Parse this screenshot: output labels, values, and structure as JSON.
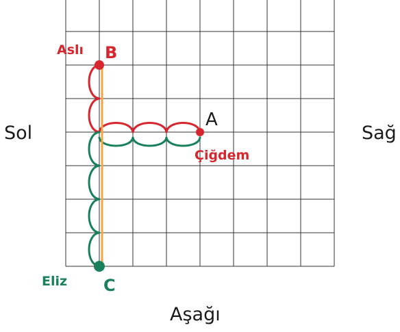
{
  "directions": {
    "left": "Sol",
    "right": "Sağ",
    "down": "Aşağı"
  },
  "grid": {
    "columns": 8,
    "rows": 8
  },
  "points": [
    {
      "id": "A",
      "letter": "A",
      "person": "Çiğdem",
      "col": 4,
      "row": 4,
      "color": "#d6262e"
    },
    {
      "id": "B",
      "letter": "B",
      "person": "Aslı",
      "col": 1,
      "row": 2,
      "color": "#d6262e"
    },
    {
      "id": "C",
      "letter": "C",
      "person": "Eliz",
      "col": 1,
      "row": 8,
      "color": "#18805a"
    }
  ],
  "colors": {
    "grid_line": "#333333",
    "red_path": "#d6262e",
    "green_path": "#18805a",
    "orange_path": "#f2a541"
  }
}
